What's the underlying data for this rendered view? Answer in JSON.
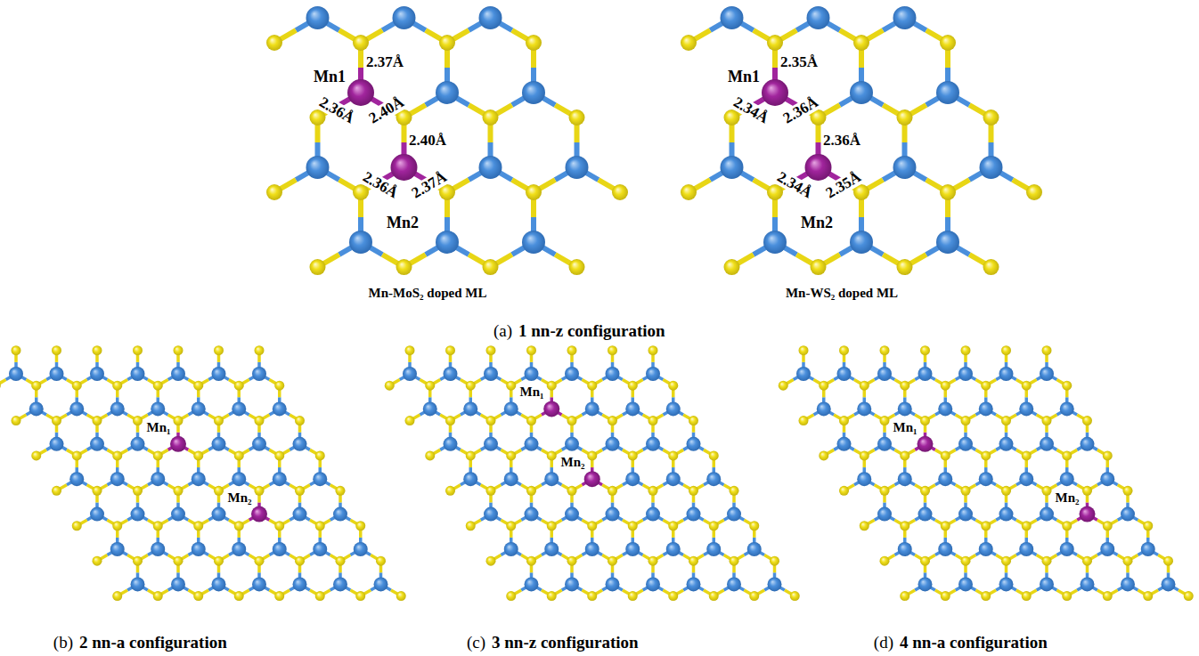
{
  "diagram": {
    "labels": [
      "Mn1",
      "2.37Å",
      "2.36Å",
      "2.40Å",
      "2.40Å",
      "2.36Å",
      "2.37Å",
      "Mn2",
      "Mn-MoS₂ doped ML",
      "Mn1",
      "2.35Å",
      "2.34Å",
      "2.36Å",
      "2.36Å",
      "2.34Å",
      "2.35Å",
      "Mn2",
      "Mn-WS₂ doped ML",
      "(a)",
      "1 nn-z configuration",
      "Mn₁",
      "Mn₂",
      "(b)",
      "2 nn-a configuration",
      "Mn₁",
      "Mn₂",
      "(c)",
      "3 nn-z configuration",
      "Mn₁",
      "Mn₂",
      "(d)",
      "4 nn-a configuration"
    ]
  }
}
